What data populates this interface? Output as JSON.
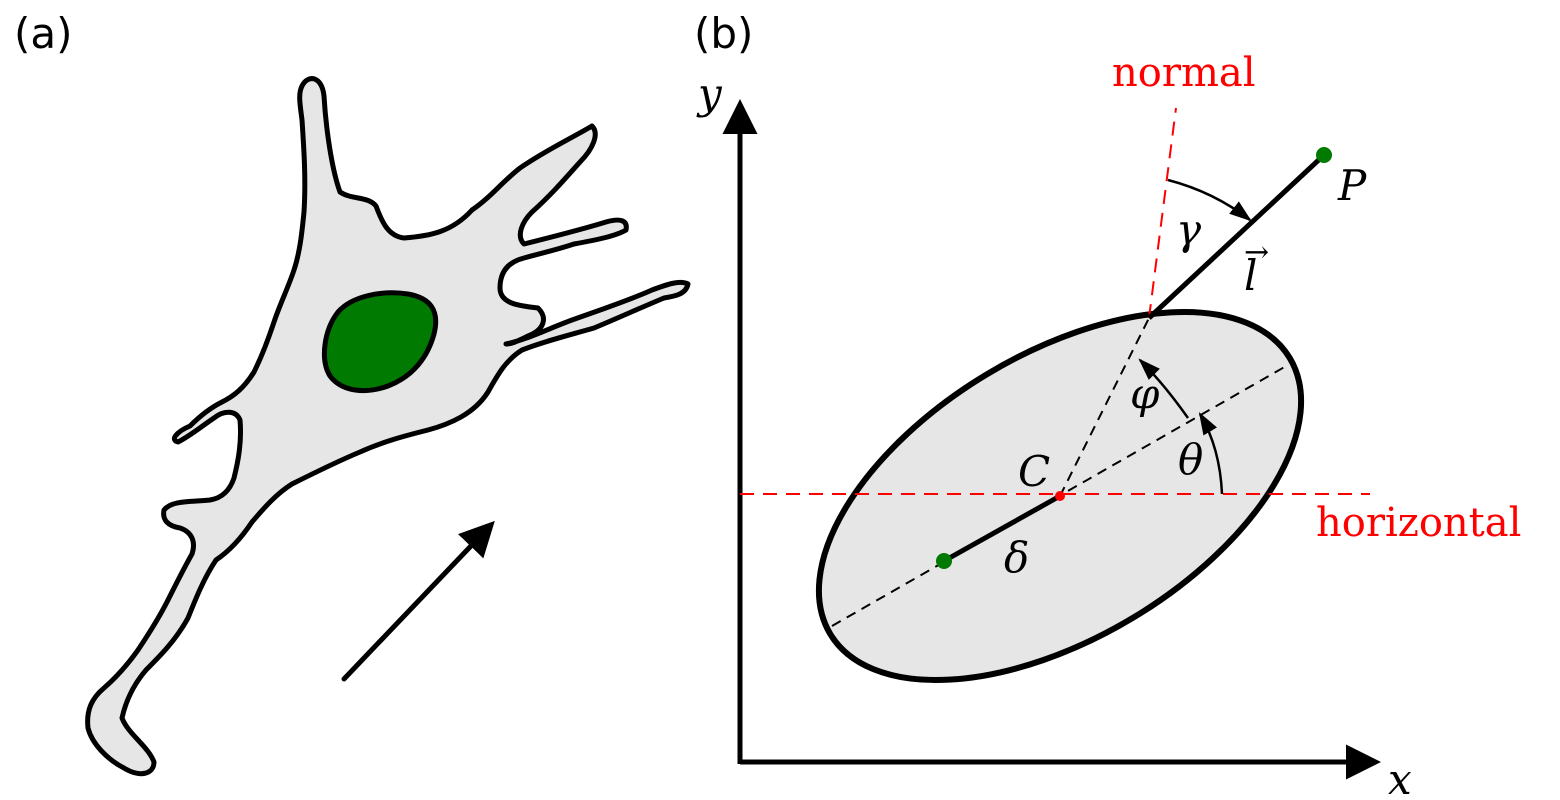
{
  "panel_a": {
    "label": "(a)",
    "colors": {
      "cell_fill": "#e6e6e6",
      "nucleus_fill": "#007a00",
      "outline": "#000000"
    }
  },
  "panel_b": {
    "label": "(b)",
    "axis_x_label": "x",
    "axis_y_label": "y",
    "normal_label": "normal",
    "horizontal_label": "horizontal",
    "point_P_label": "P",
    "center_label": "C",
    "gamma_label": "γ",
    "vec_l_label": "l",
    "vec_arrow_glyph": "→",
    "phi_label": "φ",
    "theta_label": "θ",
    "delta_label": "δ",
    "colors": {
      "ellipse_fill": "#e6e6e6",
      "reference_lines": "#ff0000",
      "points": "#007a00",
      "center_point": "#ff0000"
    }
  }
}
